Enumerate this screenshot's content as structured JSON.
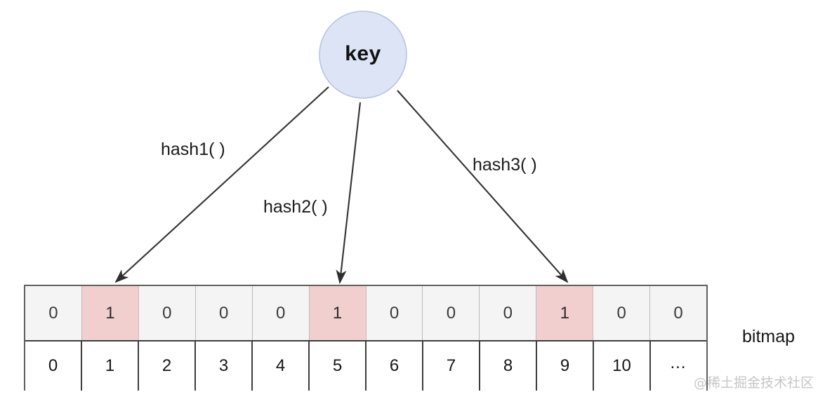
{
  "diagram": {
    "title": "Bloom filter key hashing into bitmap",
    "key_node": {
      "label": "key",
      "fill_color": "#dde4f6",
      "stroke_color": "#b9c4e0"
    },
    "hash_functions": [
      {
        "label": "hash1( )",
        "target_index": 1
      },
      {
        "label": "hash2( )",
        "target_index": 5
      },
      {
        "label": "hash3( )",
        "target_index": 9
      }
    ],
    "arrow_color": "#333333"
  },
  "bitmap": {
    "caption": "bitmap",
    "set_color": "#f1cfcf",
    "unset_color": "#f4f4f5",
    "cells": [
      {
        "index": "0",
        "value": "0",
        "set": false
      },
      {
        "index": "1",
        "value": "1",
        "set": true
      },
      {
        "index": "2",
        "value": "0",
        "set": false
      },
      {
        "index": "3",
        "value": "0",
        "set": false
      },
      {
        "index": "4",
        "value": "0",
        "set": false
      },
      {
        "index": "5",
        "value": "1",
        "set": true
      },
      {
        "index": "6",
        "value": "0",
        "set": false
      },
      {
        "index": "7",
        "value": "0",
        "set": false
      },
      {
        "index": "8",
        "value": "0",
        "set": false
      },
      {
        "index": "9",
        "value": "1",
        "set": true
      },
      {
        "index": "10",
        "value": "0",
        "set": false
      },
      {
        "index": "…",
        "value": "0",
        "set": false
      }
    ]
  },
  "watermark": {
    "text": "@稀土掘金技术社区"
  }
}
